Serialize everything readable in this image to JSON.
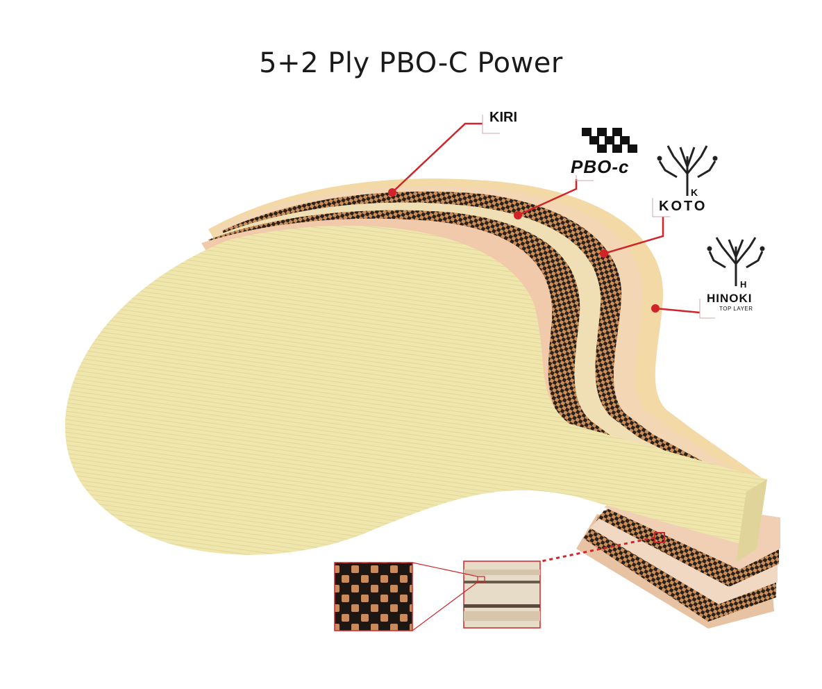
{
  "title": "5+2 Ply PBO-C Power",
  "layers": {
    "kiri": {
      "label": "KIRI"
    },
    "pbo": {
      "label": "PBO-c",
      "icon": "pbo-checker-logo-icon"
    },
    "koto": {
      "label": "KOTO",
      "icon": "koto-tree-logo-icon",
      "letter": "K"
    },
    "hinoki": {
      "label": "HINOKI",
      "sublabel": "TOP LAYER",
      "icon": "hinoki-tree-logo-icon",
      "letter": "H"
    }
  },
  "colors": {
    "callout": "#d2232a",
    "kiri_wood": "#efe6ad",
    "hinoki_wood": "#f2cfb2",
    "koto_wood": "#f3d6b4",
    "carbon": "#2b2118"
  }
}
